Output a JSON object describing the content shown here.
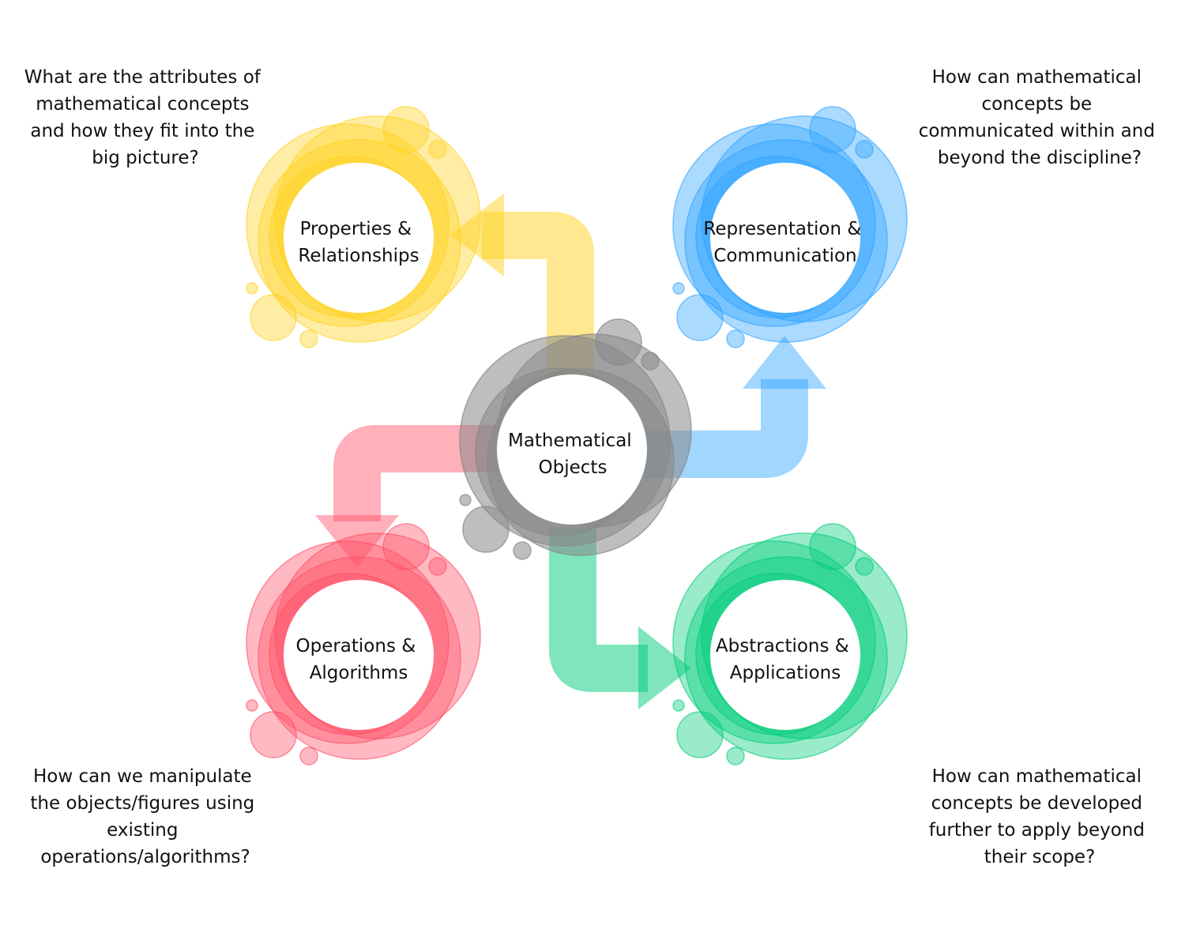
{
  "center": {
    "label_lines": [
      "Mathematical",
      "Objects"
    ],
    "color": "#888888"
  },
  "nodes": [
    {
      "id": "properties",
      "label_lines": [
        "Properties &",
        "Relationships"
      ],
      "color": "#FFD21F",
      "question_lines": [
        "What are the attributes of",
        "mathematical concepts",
        "and how they fit into the",
        "big picture?"
      ]
    },
    {
      "id": "representation",
      "label_lines": [
        "Representation &",
        "Communication"
      ],
      "color": "#2EA3FF",
      "question_lines": [
        "How can mathematical",
        "concepts be",
        "communicated within and",
        "beyond the discipline?"
      ]
    },
    {
      "id": "operations",
      "label_lines": [
        "Operations &",
        "Algorithms"
      ],
      "color": "#FF4F66",
      "question_lines": [
        "How can we manipulate",
        "the objects/figures using",
        "existing",
        "operations/algorithms?"
      ]
    },
    {
      "id": "abstractions",
      "label_lines": [
        "Abstractions &",
        "Applications"
      ],
      "color": "#00CC7A",
      "question_lines": [
        "How can mathematical",
        "concepts be developed",
        "further to apply beyond",
        "their scope?"
      ]
    }
  ]
}
